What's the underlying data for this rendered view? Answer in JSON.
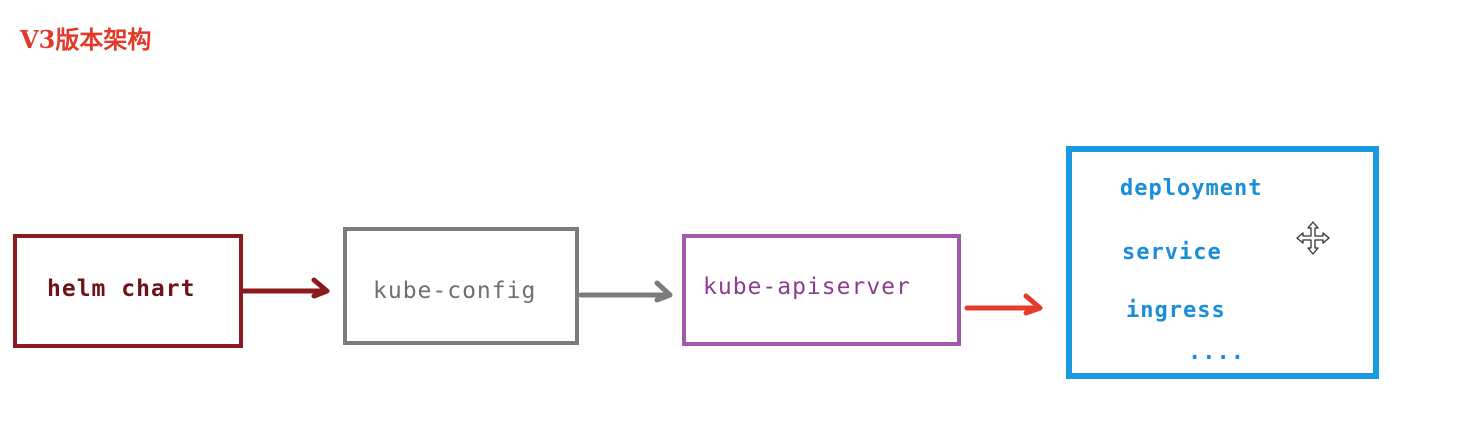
{
  "title": "V3版本架构",
  "nodes": {
    "helm": {
      "label": "helm chart"
    },
    "kube_config": {
      "label": "kube-config"
    },
    "apiserver": {
      "label": "kube-apiserver"
    },
    "k8s_resources": {
      "items": [
        "deployment",
        "service",
        "ingress"
      ],
      "more": "...."
    }
  },
  "colors": {
    "title": "#e2392a",
    "helm": "#8a1a1f",
    "kube_config": "#7c7c7c",
    "apiserver": "#9f5ba8",
    "resources": "#1a9ae0",
    "arrow_red": "#e63a2c"
  },
  "icons": {
    "cursor": "move-cursor-icon"
  }
}
